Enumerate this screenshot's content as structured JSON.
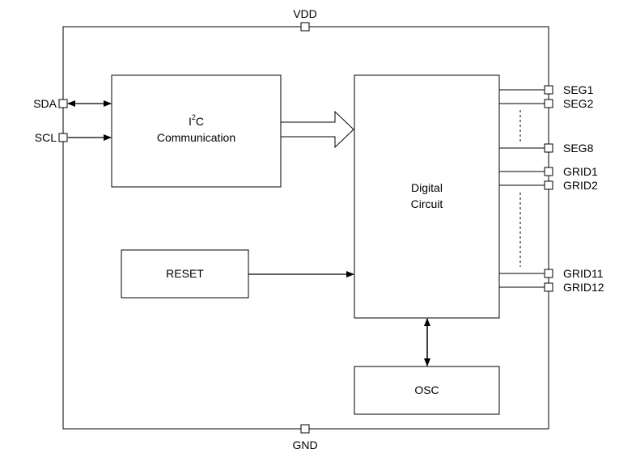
{
  "pins": {
    "top": "VDD",
    "bottom": "GND",
    "left": [
      "SDA",
      "SCL"
    ],
    "right": [
      "SEG1",
      "SEG2",
      "SEG8",
      "GRID1",
      "GRID2",
      "GRID11",
      "GRID12"
    ]
  },
  "blocks": {
    "i2c": {
      "prefix": "I",
      "sup": "2",
      "suffix": "C",
      "line2": "Communication"
    },
    "digital": {
      "line1": "Digital",
      "line2": "Circuit"
    },
    "reset": "RESET",
    "osc": "OSC"
  }
}
